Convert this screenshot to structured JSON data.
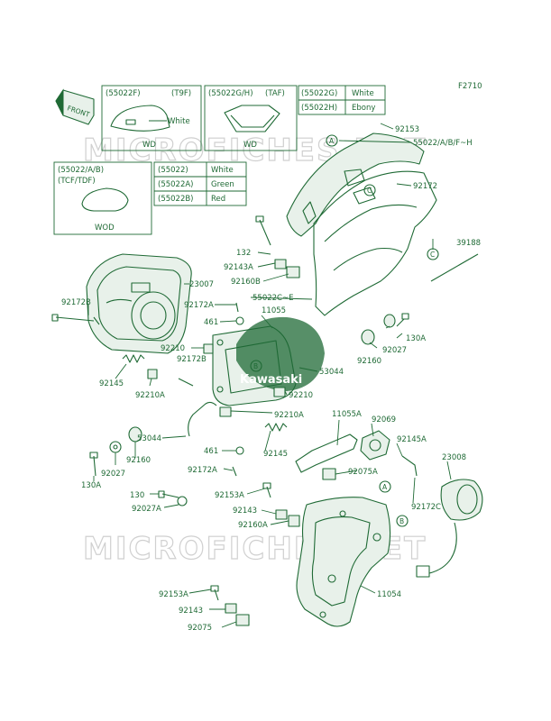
{
  "figure_code": "F2710",
  "front_label": "FRONT",
  "watermark": "MICROFICHES.NET",
  "brand_logo": "Kawasaki",
  "variant_boxes": {
    "box1": {
      "code": "(55022F)",
      "suffix": "(T9F)",
      "color": "White",
      "tag": "WD"
    },
    "box2": {
      "code": "(55022G/H)",
      "suffix": "(TAF)",
      "tag": "WD"
    },
    "box3_rows": [
      {
        "code": "(55022G)",
        "color": "White"
      },
      {
        "code": "(55022H)",
        "color": "Ebony"
      }
    ],
    "box4": {
      "code": "(55022/A/B)",
      "suffix": "(TCF/TDF)",
      "tag": "WOD"
    },
    "box5_rows": [
      {
        "code": "(55022)",
        "color": "White"
      },
      {
        "code": "(55022A)",
        "color": "Green"
      },
      {
        "code": "(55022B)",
        "color": "Red"
      }
    ]
  },
  "callouts": {
    "a": "A",
    "b": "B",
    "c": "C"
  },
  "part_labels": {
    "p92153_top": "92153",
    "p55022": "55022/A/B/F~H",
    "p92172_top": "92172",
    "p39188": "39188",
    "p132": "132",
    "p92143A_top": "92143A",
    "p92160B": "92160B",
    "p23007": "23007",
    "p55022C": "55022C~E",
    "p92172B_left": "92172B",
    "p92172A_top": "92172A",
    "p11055": "11055",
    "p461_top": "461",
    "p92210_left": "92210",
    "p92172B_mid": "92172B",
    "p130A_right": "130A",
    "p92027_right": "92027",
    "p92160_right": "92160",
    "p53044_right": "53044",
    "p92145_left": "92145",
    "p92210A_left": "92210A",
    "p92210_right": "92210",
    "p92210A_mid": "92210A",
    "p11055A": "11055A",
    "p92069": "92069",
    "p53044_left": "53044",
    "p92145A": "92145A",
    "p461_bottom": "461",
    "p92145_mid": "92145",
    "p92160_left": "92160",
    "p23008": "23008",
    "p92027_left": "92027",
    "p92172A_bottom": "92172A",
    "p92075A": "92075A",
    "p130A_left": "130A",
    "p92172C": "92172C",
    "p130": "130",
    "p92153A_mid": "92153A",
    "p92027A": "92027A",
    "p92143": "92143",
    "p92160A": "92160A",
    "p92153A_bottom": "92153A",
    "p11054": "11054",
    "p92143_bottom": "92143",
    "p92075": "92075"
  }
}
